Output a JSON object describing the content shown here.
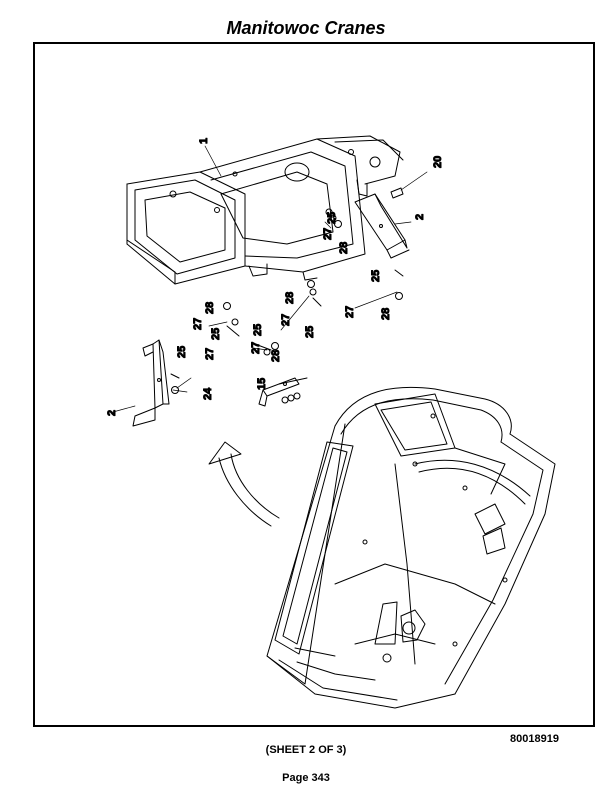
{
  "header": {
    "title": "Manitowoc Cranes"
  },
  "drawing_number": "80018919",
  "sheet": "(SHEET 2 OF 3)",
  "page": "Page 343",
  "callouts": {
    "c1": "1",
    "c2a": "2",
    "c2b": "2",
    "c15": "15",
    "c20": "20",
    "c24": "24",
    "c25a": "25",
    "c25b": "25",
    "c25c": "25",
    "c25d": "25",
    "c25e": "25",
    "c25f": "25",
    "c27a": "27",
    "c27b": "27",
    "c27c": "27",
    "c27d": "27",
    "c27e": "27",
    "c27f": "27",
    "c28a": "28",
    "c28b": "28",
    "c28c": "28",
    "c28d": "28",
    "c28e": "28"
  }
}
